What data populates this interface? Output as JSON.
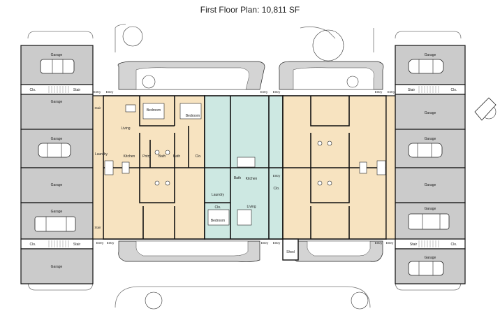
{
  "title": "First Floor Plan: 10,811 SF",
  "colors": {
    "unit_tan": "#f7e3c0",
    "unit_teal": "#cde8e2",
    "garage_gray": "#cbcbcb",
    "wall": "#111111",
    "tree_fill": "#d4d4d4"
  },
  "labels": {
    "garage": "Garage",
    "clo": "Clo.",
    "stair": "Stair",
    "entry": "Entry",
    "bedroom": "Bedroom",
    "living": "Living",
    "kitchen": "Kitchen",
    "laundry": "Laundry",
    "pntry": "Pntry",
    "bath": "Bath",
    "shed": "Shed"
  }
}
